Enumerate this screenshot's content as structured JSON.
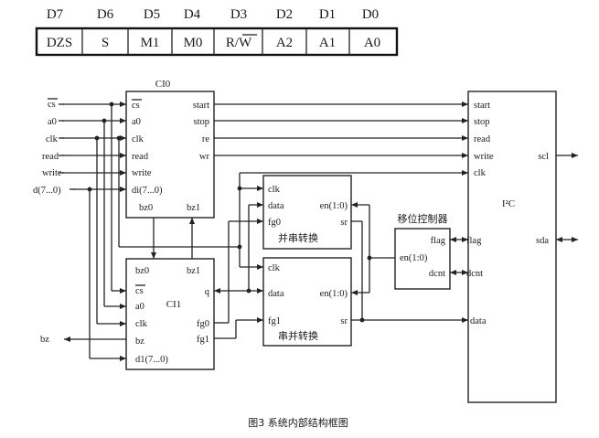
{
  "register": {
    "bits": [
      "D7",
      "D6",
      "D5",
      "D4",
      "D3",
      "D2",
      "D1",
      "D0"
    ],
    "fields": [
      "DZS",
      "S",
      "M1",
      "M0",
      "R/W",
      "A2",
      "A1",
      "A0"
    ]
  },
  "inputs": [
    "cs",
    "a0",
    "clk",
    "read",
    "write",
    "d(7...0)"
  ],
  "output_bz": "bz",
  "ci0": {
    "title": "CI0",
    "left_ports": [
      "cs",
      "a0",
      "clk",
      "read",
      "write",
      "di(7...0)"
    ],
    "right_ports": [
      "start",
      "stop",
      "re",
      "wr"
    ],
    "bottom_ports": [
      "bz0",
      "bz1"
    ]
  },
  "ci1": {
    "title": "CI1",
    "top_ports": [
      "bz0",
      "bz1"
    ],
    "left_ports": [
      "cs",
      "a0",
      "clk",
      "bz",
      "d1(7...0)"
    ],
    "right_ports": [
      "q",
      "fg0",
      "fg1"
    ]
  },
  "bingchuan": {
    "title": "并串转换",
    "left_ports": [
      "clk",
      "data",
      "fg0"
    ],
    "right_ports": [
      "en(1:0)",
      "sr"
    ]
  },
  "chuanbing": {
    "title": "串并转换",
    "left_ports": [
      "clk",
      "data",
      "fg1"
    ],
    "right_ports": [
      "en(1:0)",
      "sr"
    ]
  },
  "shift_ctrl": {
    "title": "移位控制器",
    "ports": [
      "flag",
      "en(1:0)",
      "dcnt"
    ]
  },
  "i2c": {
    "title": "I²C",
    "left_ports": [
      "start",
      "stop",
      "read",
      "write",
      "clk",
      "flag",
      "dcnt",
      "data"
    ],
    "right_ports": [
      "scl",
      "sda"
    ]
  },
  "caption": "图3  系统内部结构框图"
}
